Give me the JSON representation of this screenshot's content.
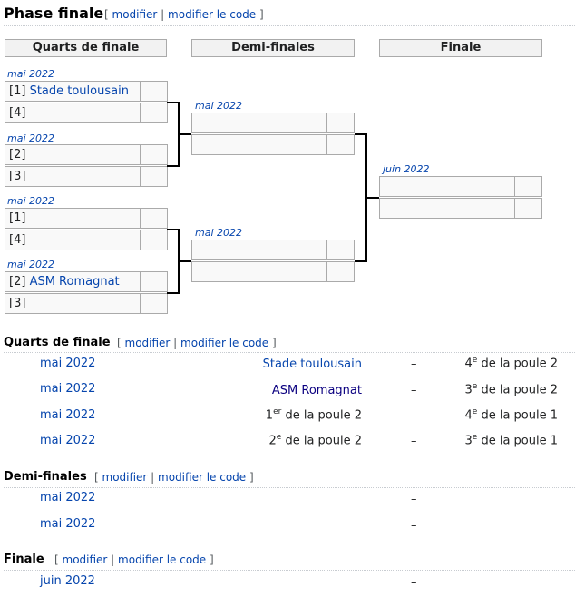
{
  "phase": {
    "title": "Phase finale",
    "edit": "modifier",
    "edit_code": "modifier le code"
  },
  "bracket": {
    "rounds": [
      "Quarts de finale",
      "Demi-finales",
      "Finale"
    ],
    "qf": [
      {
        "date": "mai 2022",
        "top_seed": "[1]",
        "top_team": "Stade toulousain",
        "bottom_seed": "[4]",
        "bottom_team": ""
      },
      {
        "date": "mai 2022",
        "top_seed": "[2]",
        "top_team": "",
        "bottom_seed": "[3]",
        "bottom_team": ""
      },
      {
        "date": "mai 2022",
        "top_seed": "[1]",
        "top_team": "",
        "bottom_seed": "[4]",
        "bottom_team": ""
      },
      {
        "date": "mai 2022",
        "top_seed": "[2]",
        "top_team": "ASM Romagnat",
        "bottom_seed": "[3]",
        "bottom_team": ""
      }
    ],
    "sf": [
      {
        "date": "mai 2022"
      },
      {
        "date": "mai 2022"
      }
    ],
    "final": {
      "date": "juin 2022"
    }
  },
  "quarts": {
    "title": "Quarts de finale",
    "edit": "modifier",
    "edit_code": "modifier le code",
    "rows": [
      {
        "date": "mai 2022",
        "home": "Stade toulousain",
        "dash": "–",
        "away_num": "4",
        "away_sup": "e",
        "away_rest": " de la poule 2"
      },
      {
        "date": "mai 2022",
        "home": "ASM Romagnat",
        "dash": "–",
        "away_num": "3",
        "away_sup": "e",
        "away_rest": " de la poule 2"
      },
      {
        "date": "mai 2022",
        "home_num": "1",
        "home_sup": "er",
        "home_rest": " de la poule 2",
        "dash": "–",
        "away_num": "4",
        "away_sup": "e",
        "away_rest": " de la poule 1"
      },
      {
        "date": "mai 2022",
        "home_num": "2",
        "home_sup": "e",
        "home_rest": " de la poule 2",
        "dash": "–",
        "away_num": "3",
        "away_sup": "e",
        "away_rest": " de la poule 1"
      }
    ]
  },
  "demis": {
    "title": "Demi-finales",
    "edit": "modifier",
    "edit_code": "modifier le code",
    "rows": [
      {
        "date": "mai 2022",
        "dash": "–"
      },
      {
        "date": "mai 2022",
        "dash": "–"
      }
    ]
  },
  "finale": {
    "title": "Finale",
    "edit": "modifier",
    "edit_code": "modifier le code",
    "rows": [
      {
        "date": "juin 2022",
        "dash": "–"
      }
    ]
  }
}
